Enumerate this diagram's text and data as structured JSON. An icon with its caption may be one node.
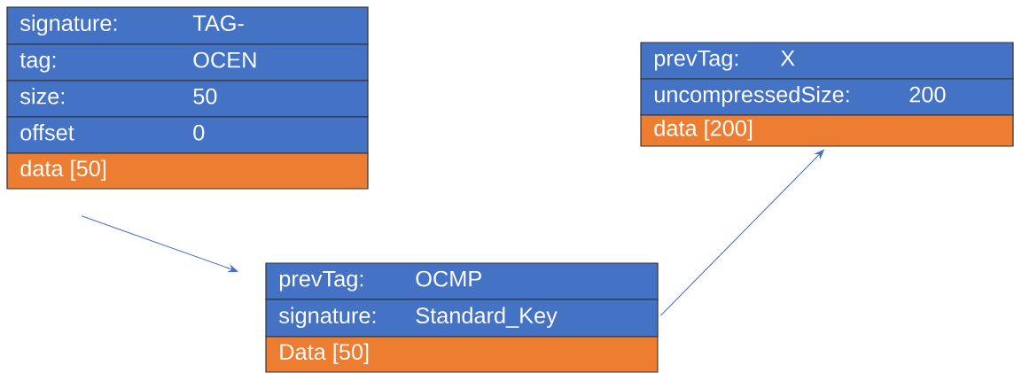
{
  "diagram": {
    "nodes": [
      {
        "text": [
          "signature:",
          "TAG-"
        ]
      },
      {
        "text": [
          "tag:",
          "OCEN"
        ]
      },
      {
        "text": [
          "size:",
          "50"
        ]
      },
      {
        "text": [
          "offset",
          "0"
        ]
      },
      {
        "text": [
          "data [50]"
        ]
      },
      {
        "text": [
          "prevTag:",
          "X"
        ]
      },
      {
        "text": [
          "uncompressedSize:",
          "200"
        ]
      },
      {
        "text": [
          "data [200]"
        ]
      },
      {
        "text": [
          "prevTag:",
          "OCMP"
        ]
      },
      {
        "text": [
          "signature:",
          "Standard_Key"
        ]
      },
      {
        "text": [
          "Data [50]"
        ]
      }
    ],
    "edges": [
      {
        "from": 4,
        "to": 8,
        "arrow": "to"
      },
      {
        "from": 9,
        "to": 7,
        "arrow": "to"
      }
    ]
  }
}
